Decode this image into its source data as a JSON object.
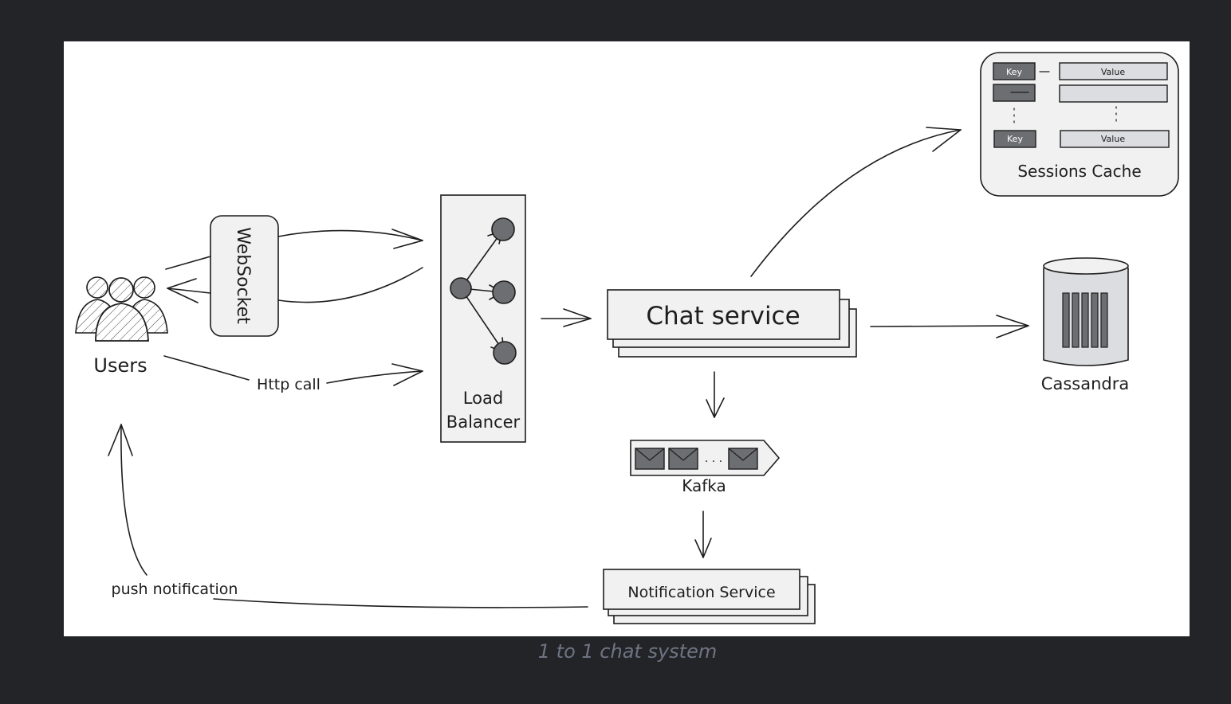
{
  "caption": "1 to 1 chat system",
  "nodes": {
    "users": "Users",
    "websocket": "WebSocket",
    "http_call": "Http call",
    "load_balancer_line1": "Load",
    "load_balancer_line2": "Balancer",
    "chat_service": "Chat service",
    "sessions_cache": "Sessions Cache",
    "cache_key_top": "Key",
    "cache_value_top": "Value",
    "cache_key_bottom": "Key",
    "cache_value_bottom": "Value",
    "cassandra": "Cassandra",
    "kafka": "Kafka",
    "kafka_ellipsis": ". . .",
    "notification_service": "Notification Service",
    "push_notification": "push notification"
  },
  "colors": {
    "page_background": "#232428",
    "diagram_background": "#ffffff",
    "stroke": "#1d1d1d",
    "box_fill": "#f1f1f1",
    "cache_cell_fill": "#dcdde0",
    "dark_fill": "#6d6e72",
    "caption": "#6e7482"
  }
}
